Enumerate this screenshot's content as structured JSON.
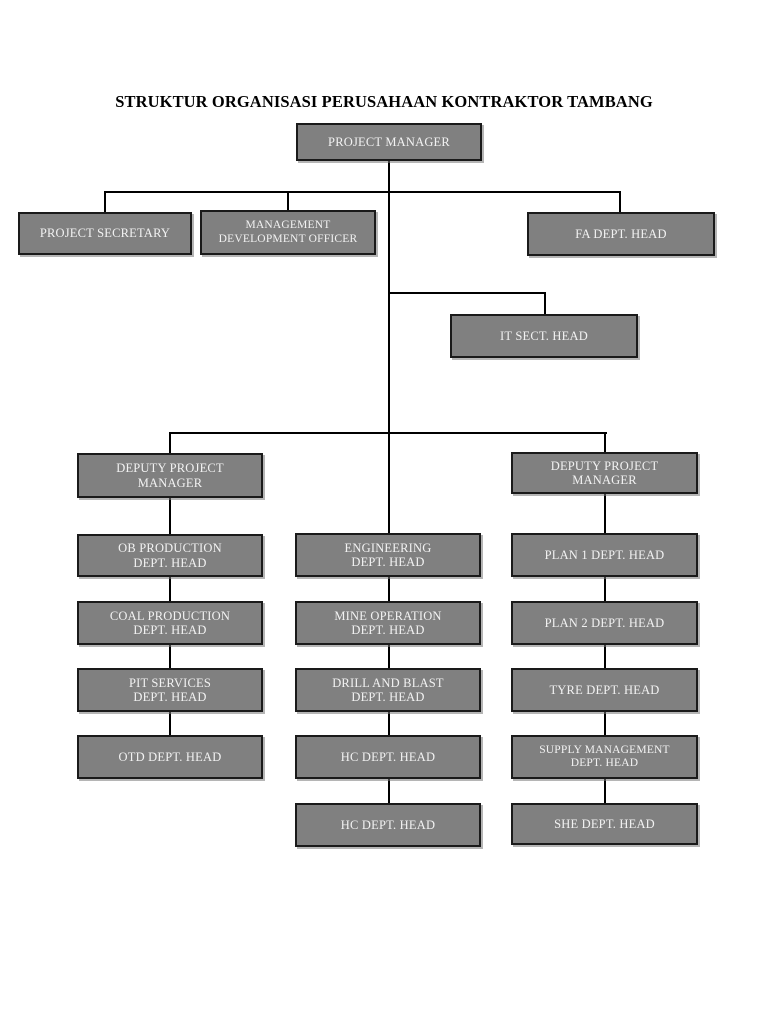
{
  "document": {
    "title": "STRUKTUR ORGANISASI PERUSAHAAN KONTRAKTOR TAMBANG"
  },
  "theme": {
    "box_fill": "#808080",
    "box_border": "#1a1a1a",
    "box_text": "#f2f2f2",
    "line_color": "#000000",
    "page_background": "#ffffff"
  },
  "chart_data": {
    "type": "diagram",
    "title": "STRUKTUR ORGANISASI PERUSAHAAN KONTRAKTOR TAMBANG",
    "nodes": {
      "project_manager": "PROJECT MANAGER",
      "project_secretary": "PROJECT SECRETARY",
      "management_development_officer": "MANAGEMENT\nDEVELOPMENT OFFICER",
      "fa_dept_head": "FA DEPT. HEAD",
      "it_sect_head": "IT SECT. HEAD",
      "deputy_project_manager_left": "DEPUTY PROJECT\nMANAGER",
      "deputy_project_manager_right": "DEPUTY PROJECT\nMANAGER",
      "ob_production": "OB PRODUCTION\nDEPT. HEAD",
      "coal_production": "COAL PRODUCTION\nDEPT. HEAD",
      "pit_services": "PIT SERVICES\nDEPT. HEAD",
      "otd_dept_head": "OTD DEPT. HEAD",
      "engineering": "ENGINEERING\nDEPT. HEAD",
      "mine_operation": "MINE OPERATION\nDEPT. HEAD",
      "drill_and_blast": "DRILL AND BLAST\nDEPT. HEAD",
      "hc_dept_head_1": "HC DEPT. HEAD",
      "hc_dept_head_2": "HC DEPT. HEAD",
      "plan_1_dept_head": "PLAN 1 DEPT. HEAD",
      "plan_2_dept_head": "PLAN 2 DEPT. HEAD",
      "tyre_dept_head": "TYRE DEPT. HEAD",
      "supply_management": "SUPPLY MANAGEMENT\nDEPT. HEAD",
      "she_dept_head": "SHE DEPT. HEAD"
    },
    "levels": [
      {
        "level": 1,
        "labels": [
          "PROJECT MANAGER"
        ]
      },
      {
        "level": 2,
        "labels": [
          "PROJECT SECRETARY",
          "MANAGEMENT DEVELOPMENT OFFICER",
          "FA DEPT. HEAD"
        ]
      },
      {
        "level": 3,
        "labels": [
          "IT SECT. HEAD"
        ]
      },
      {
        "level": 4,
        "labels": [
          "DEPUTY PROJECT MANAGER",
          "DEPUTY PROJECT MANAGER"
        ]
      },
      {
        "level": 5,
        "labels": [
          "OB PRODUCTION DEPT. HEAD",
          "ENGINEERING DEPT. HEAD",
          "PLAN 1 DEPT. HEAD"
        ]
      },
      {
        "level": 6,
        "labels": [
          "COAL PRODUCTION DEPT. HEAD",
          "MINE OPERATION DEPT. HEAD",
          "PLAN 2 DEPT. HEAD"
        ]
      },
      {
        "level": 7,
        "labels": [
          "PIT SERVICES DEPT. HEAD",
          "DRILL AND BLAST DEPT. HEAD",
          "TYRE DEPT. HEAD"
        ]
      },
      {
        "level": 8,
        "labels": [
          "OTD DEPT. HEAD",
          "HC DEPT. HEAD",
          "SUPPLY MANAGEMENT DEPT. HEAD"
        ]
      },
      {
        "level": 9,
        "labels": [
          "HC DEPT. HEAD",
          "SHE DEPT. HEAD"
        ]
      }
    ],
    "columns": {
      "left": [
        "OB PRODUCTION DEPT. HEAD",
        "COAL PRODUCTION DEPT. HEAD",
        "PIT SERVICES DEPT. HEAD",
        "OTD DEPT. HEAD"
      ],
      "middle": [
        "ENGINEERING DEPT. HEAD",
        "MINE OPERATION DEPT. HEAD",
        "DRILL AND BLAST DEPT. HEAD",
        "HC DEPT. HEAD",
        "HC DEPT. HEAD"
      ],
      "right": [
        "PLAN 1 DEPT. HEAD",
        "PLAN 2 DEPT. HEAD",
        "TYRE DEPT. HEAD",
        "SUPPLY MANAGEMENT DEPT. HEAD",
        "SHE DEPT. HEAD"
      ]
    },
    "node_count": 21
  }
}
